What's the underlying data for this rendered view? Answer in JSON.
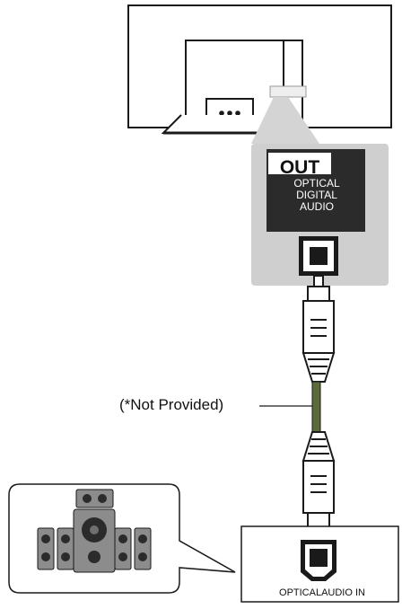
{
  "diagram": {
    "tv_port": {
      "out_label": "OUT",
      "name_lines": [
        "OPTICAL",
        "DIGITAL",
        "AUDIO"
      ]
    },
    "cable_note": "(*Not Provided)",
    "receiver_port": {
      "label": "OPTICALAUDIO IN"
    },
    "colors": {
      "line": "#1a1a1a",
      "callout_gray": "#cfcfcf",
      "panel_dark": "#2b2b2b",
      "cable_green": "#5c6b3a",
      "speaker_fill": "#8c8c8c"
    },
    "icons": [
      "tv-icon",
      "optical-out-port-icon",
      "optical-cable-icon",
      "speaker-system-icon",
      "optical-in-port-icon"
    ]
  }
}
